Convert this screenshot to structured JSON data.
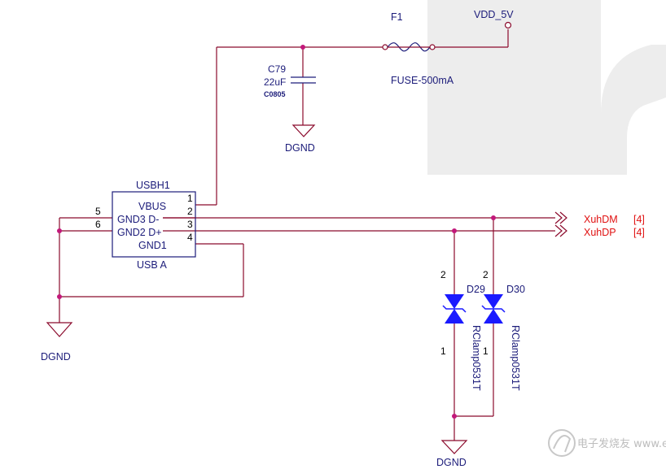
{
  "schematic": {
    "watermark_text": "Fr",
    "power": {
      "label": "VDD_5V"
    },
    "fuse": {
      "ref": "F1",
      "value": "FUSE-500mA"
    },
    "capacitor": {
      "ref": "C79",
      "value": "22uF",
      "footprint": "C0805"
    },
    "ground_labels": [
      "DGND",
      "DGND",
      "DGND"
    ],
    "connector": {
      "ref": "USBH1",
      "type": "USB A",
      "pin_names": [
        "VBUS",
        "GND3 D-",
        "GND2 D+",
        "GND1"
      ],
      "right_pins": [
        "1",
        "2",
        "3",
        "4"
      ],
      "left_pins": [
        "5",
        "6"
      ]
    },
    "nets": [
      {
        "name": "XuhDM",
        "sheet_ref": "[4]"
      },
      {
        "name": "XuhDP",
        "sheet_ref": "[4]"
      }
    ],
    "diodes": [
      {
        "ref": "D29",
        "part": "RClamp0531T",
        "pin_top": "2",
        "pin_bottom": "1"
      },
      {
        "ref": "D30",
        "part": "RClamp0531T",
        "pin_top": "2",
        "pin_bottom": "1"
      }
    ],
    "credit": "电子发烧友 www.elecfans.com",
    "colors": {
      "wire": "#8b0a2c",
      "part": "#1c1c7a",
      "net": "#e01010",
      "diode_fill": "#1a1aff",
      "junction": "#c2187a"
    }
  }
}
